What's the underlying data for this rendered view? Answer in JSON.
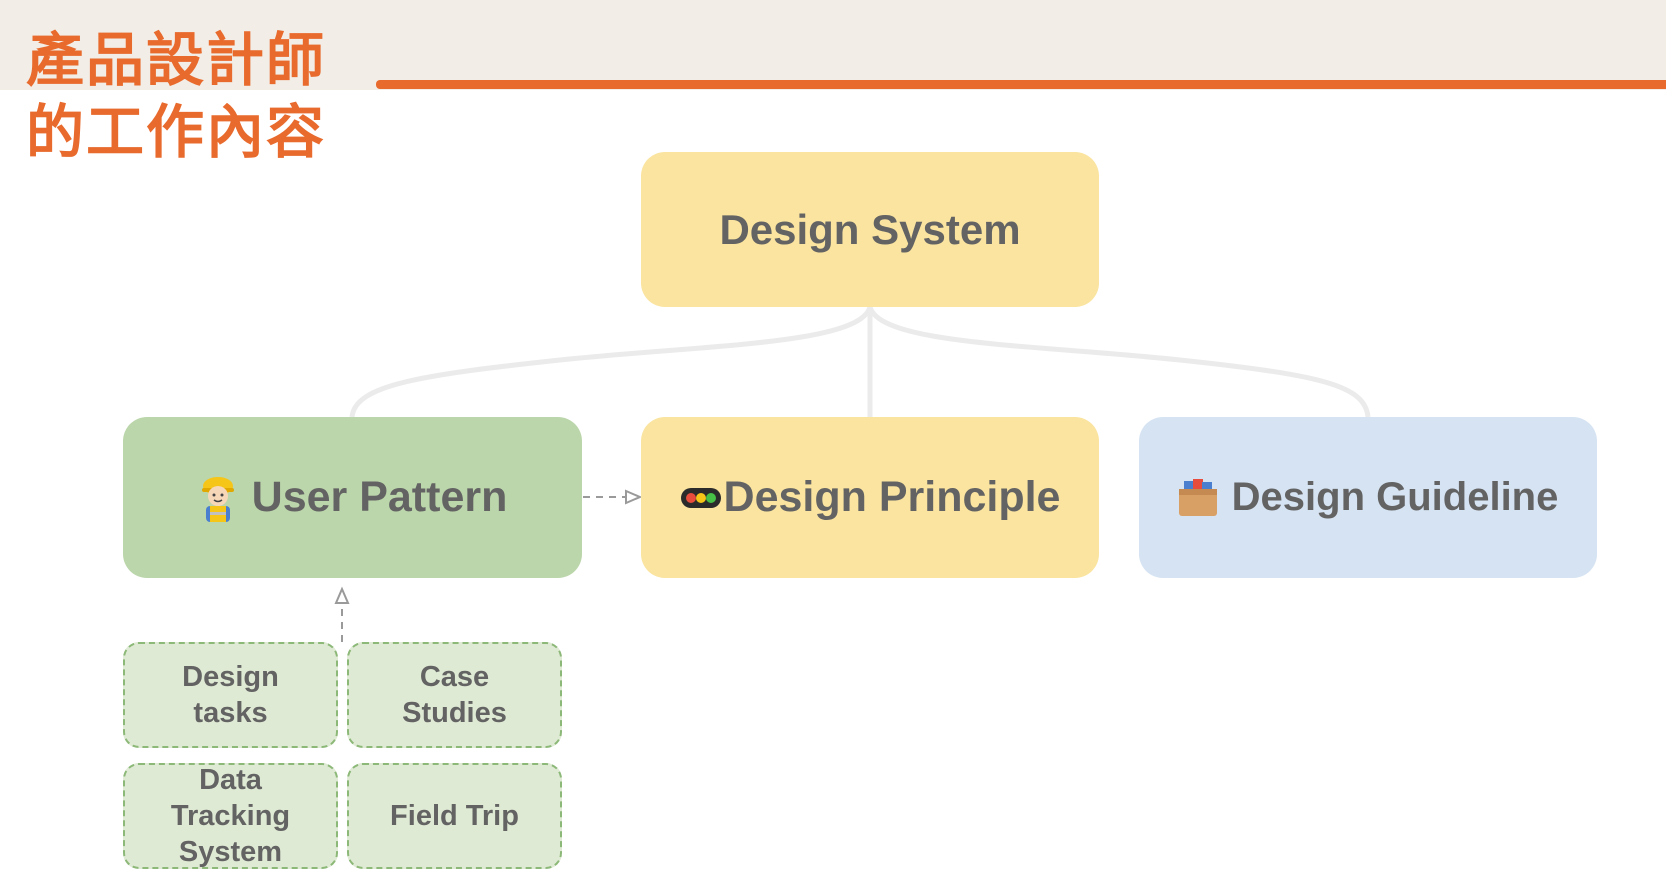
{
  "header": {
    "title_line1": "產品設計師",
    "title_line2": "的工作內容",
    "accent_color": "#e86a2c"
  },
  "nodes": {
    "root": {
      "label": "Design System",
      "color": "#fae4a0"
    },
    "user_pattern": {
      "label": "User Pattern",
      "icon": "construction-worker-emoji",
      "color": "#bcd6ab"
    },
    "design_principle": {
      "label": "Design Principle",
      "icon": "traffic-light-emoji",
      "color": "#fae4a0"
    },
    "design_guideline": {
      "label": "Design Guideline",
      "icon": "card-file-box-emoji",
      "color": "#d6e3f2"
    }
  },
  "sources": [
    {
      "label": "Design\ntasks"
    },
    {
      "label": "Case\nStudies"
    },
    {
      "label": "Data\nTracking\nSystem"
    },
    {
      "label": "Field Trip"
    }
  ]
}
